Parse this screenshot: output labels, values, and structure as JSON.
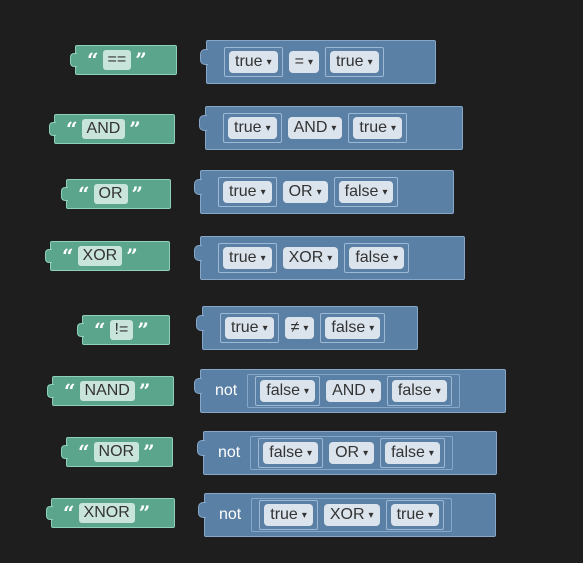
{
  "rows": [
    {
      "label": "==",
      "a": "true",
      "op": "=",
      "b": "true"
    },
    {
      "label": "AND",
      "a": "true",
      "op": "AND",
      "b": "true"
    },
    {
      "label": "OR",
      "a": "true",
      "op": "OR",
      "b": "false"
    },
    {
      "label": "XOR",
      "a": "true",
      "op": "XOR",
      "b": "false"
    },
    {
      "label": "!=",
      "a": "true",
      "op": "≠",
      "b": "false"
    },
    {
      "label": "NAND",
      "not": "not",
      "a": "false",
      "op": "AND",
      "b": "false"
    },
    {
      "label": "NOR",
      "not": "not",
      "a": "false",
      "op": "OR",
      "b": "false"
    },
    {
      "label": "XNOR",
      "not": "not",
      "a": "true",
      "op": "XOR",
      "b": "true"
    }
  ],
  "quote_open": "“",
  "quote_close": "”",
  "arrow": "▾"
}
